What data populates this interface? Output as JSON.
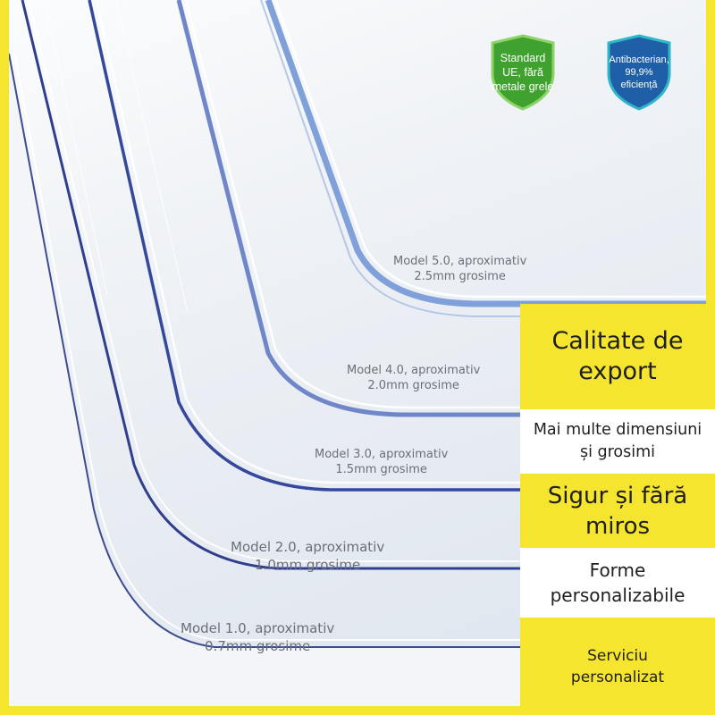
{
  "badges": {
    "eu_standard": "Standard UE, fără metale grele",
    "antibacterial": "Antibacterian, 99,9% eficiență"
  },
  "models": [
    {
      "line1": "Model 5.0, aproximativ",
      "line2": "2.5mm grosime"
    },
    {
      "line1": "Model 4.0, aproximativ",
      "line2": "2.0mm grosime"
    },
    {
      "line1": "Model 3.0, aproximativ",
      "line2": "1.5mm grosime"
    },
    {
      "line1": "Model 2.0, aproximativ",
      "line2": "1.0mm grosime"
    },
    {
      "line1": "Model 1.0, aproximativ",
      "line2": "0.7mm grosime"
    }
  ],
  "features": {
    "export_quality": "Calitate de export",
    "dimensions": "Mai multe dimensiuni și grosimi",
    "safe": "Sigur și fără miros",
    "shapes": "Forme personalizabile",
    "service": "Serviciu personalizat"
  },
  "colors": {
    "frame_yellow": "#f6e52e",
    "badge_green": "#3fa22f",
    "badge_blue": "#1f5fa8",
    "sheet_edge_blue": "#3a4fa0"
  }
}
